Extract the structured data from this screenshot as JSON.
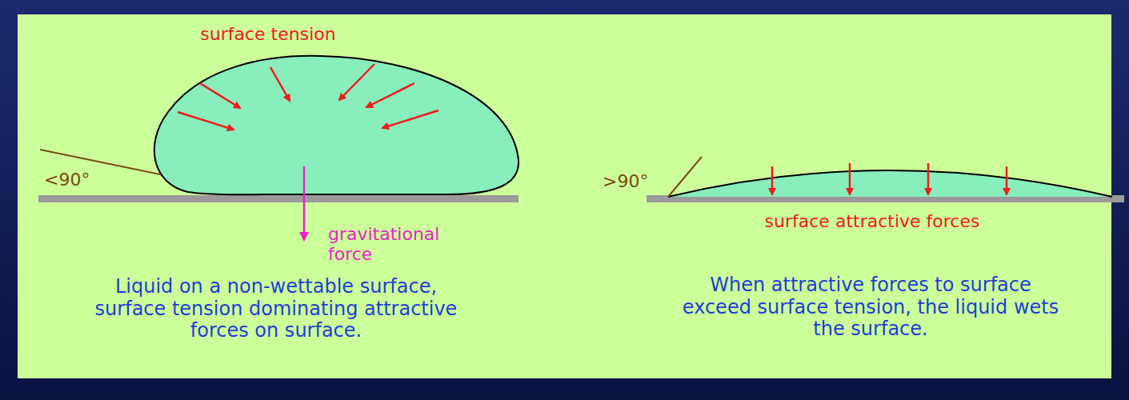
{
  "diagram": {
    "labels": [
      "surface tension",
      "<90°",
      "gravitational force",
      "Liquid on a non-wettable surface, surface tension dominating attractive forces on surface.",
      ">90°",
      "surface attractive forces",
      "When attractive forces to surface exceed surface tension, the liquid wets the surface."
    ]
  }
}
